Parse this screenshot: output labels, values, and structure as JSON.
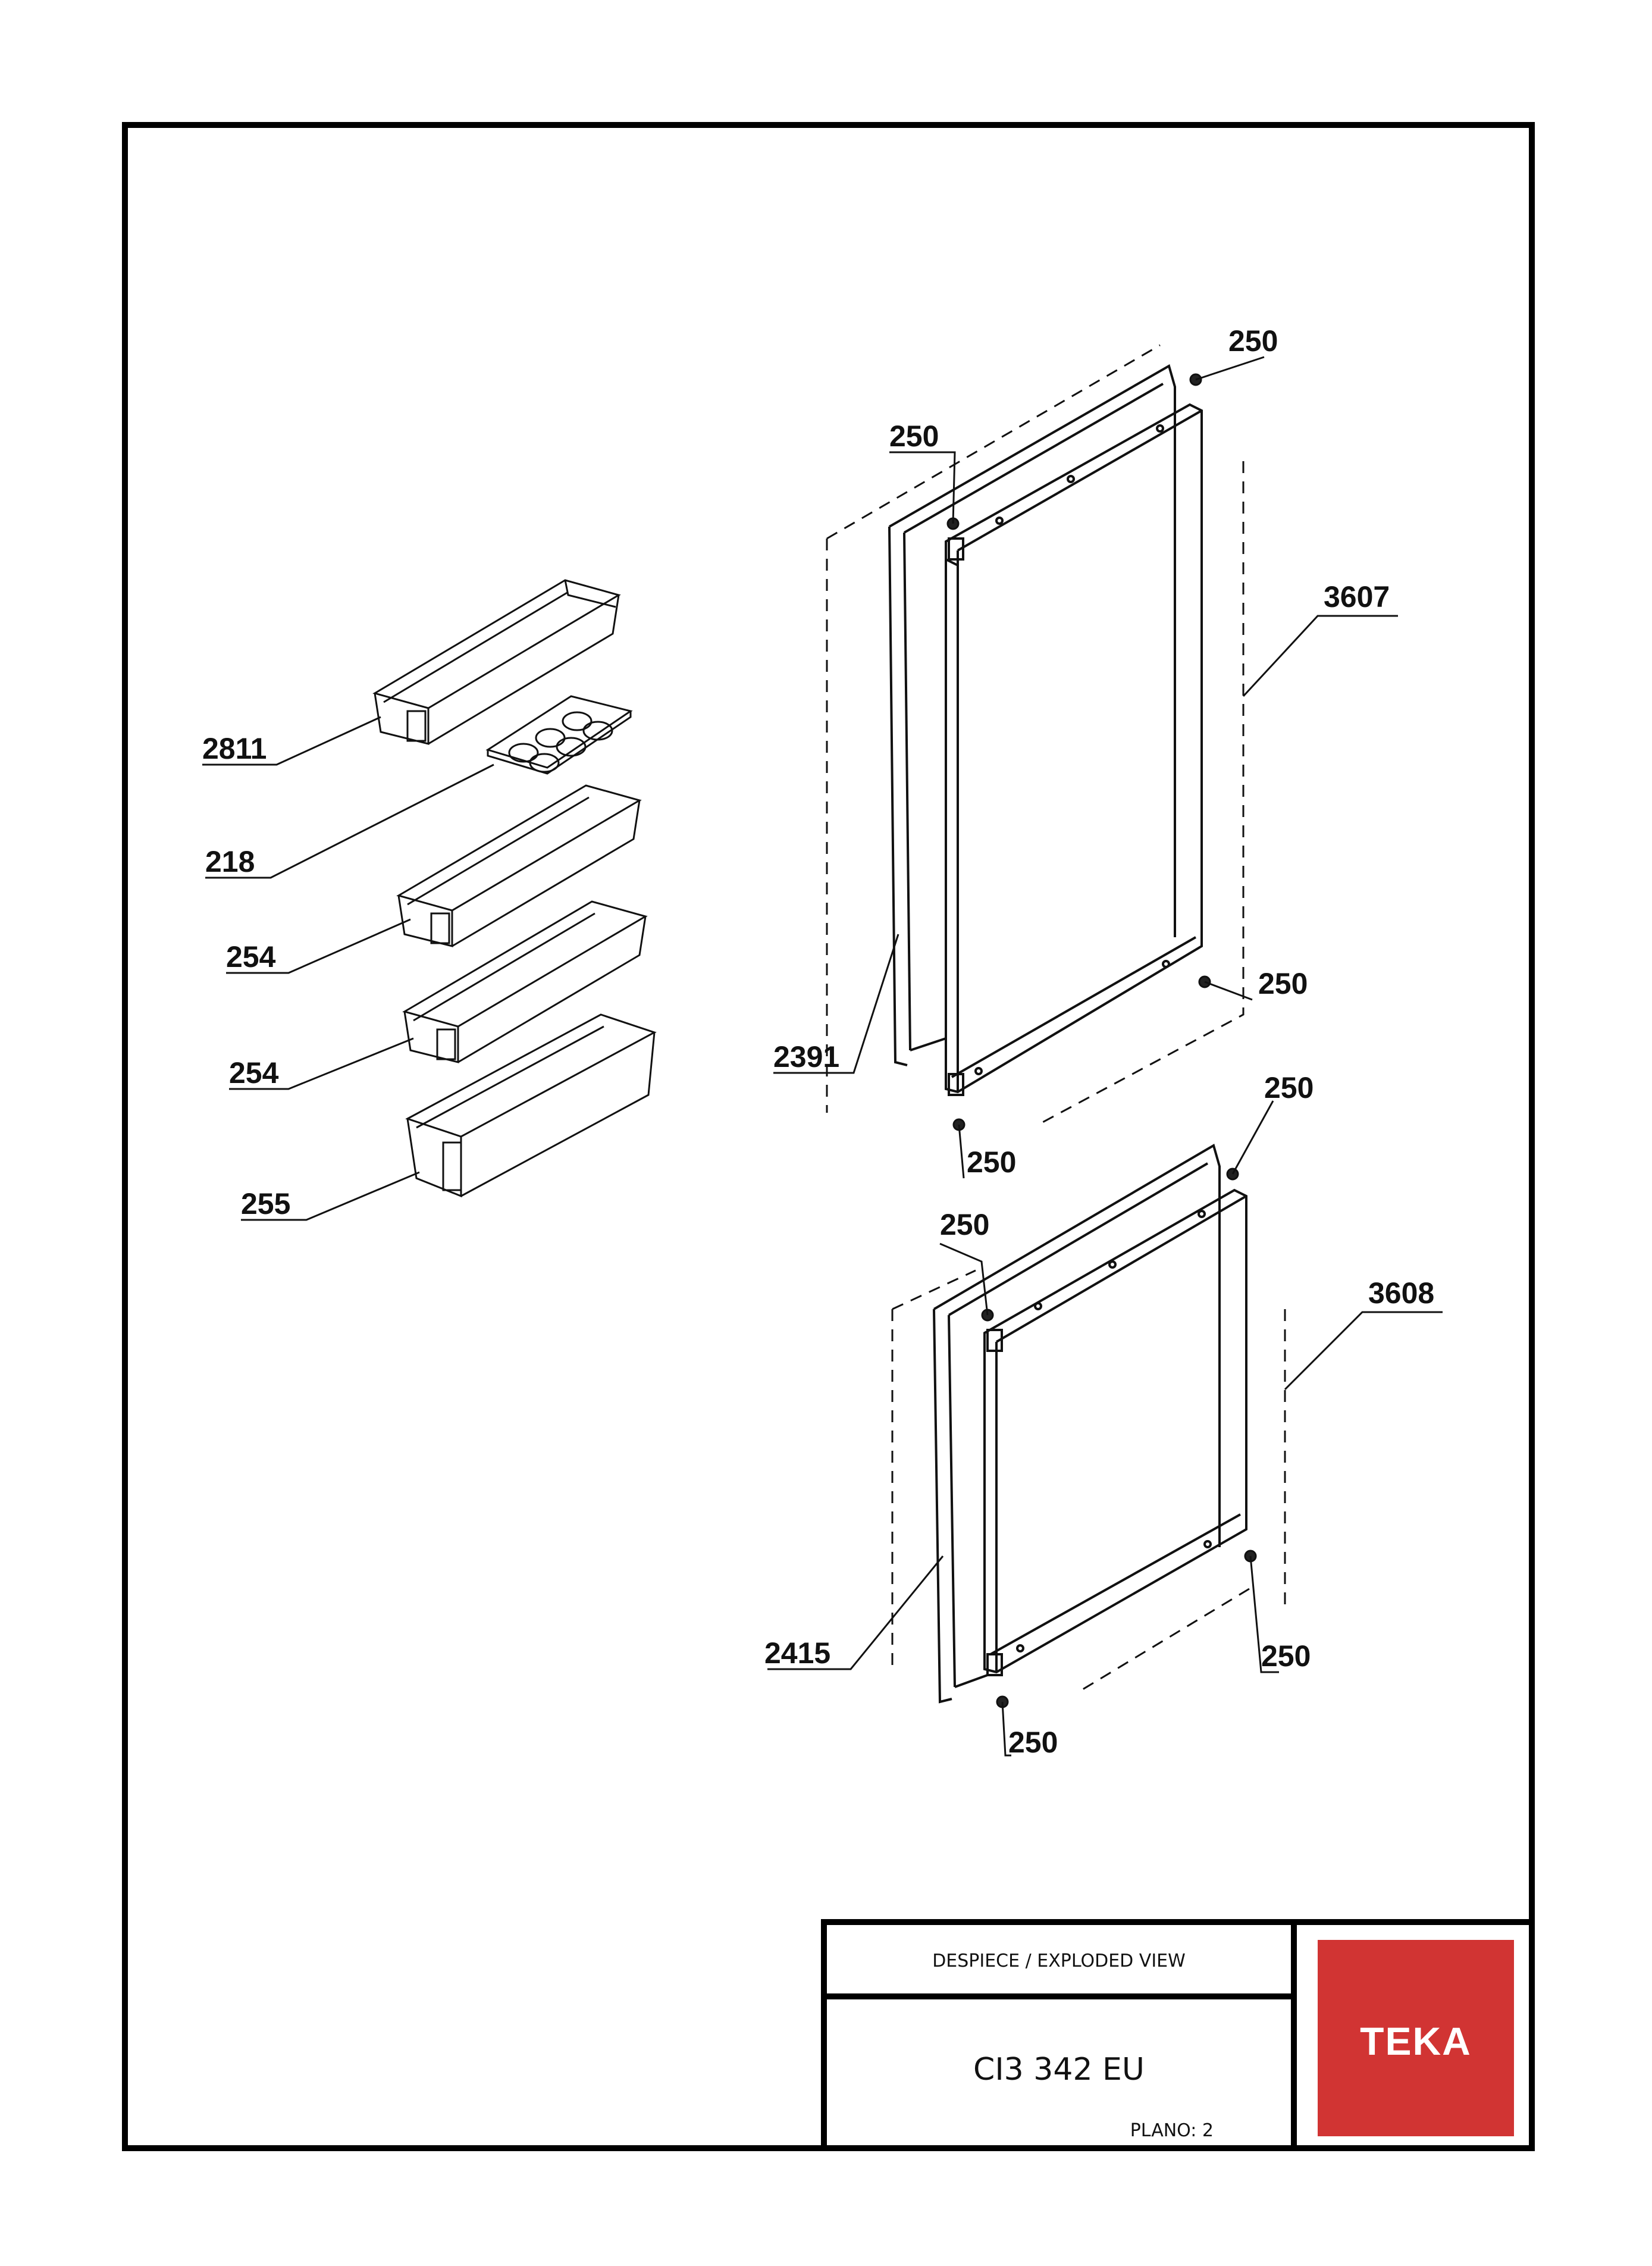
{
  "title_block": {
    "heading": "DESPIECE / EXPLODED VIEW",
    "model": "CI3 342 EU",
    "plan": "PLANO: 2",
    "brand": "TEKA",
    "brand_color": "#d13433"
  },
  "parts": {
    "p2811": "2811",
    "p218": "218",
    "p254a": "254",
    "p254b": "254",
    "p255": "255",
    "p2391": "2391",
    "p2415": "2415",
    "p3607": "3607",
    "p3608": "3608",
    "p250_1": "250",
    "p250_2": "250",
    "p250_3": "250",
    "p250_4": "250",
    "p250_5": "250",
    "p250_6": "250",
    "p250_7": "250",
    "p250_8": "250"
  }
}
